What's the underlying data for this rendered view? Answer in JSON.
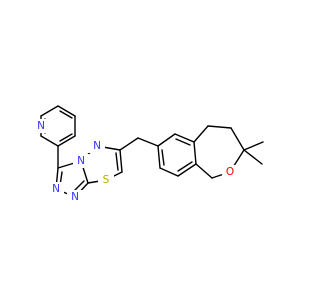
{
  "colors": {
    "background": "#ffffff",
    "bond": "#000000",
    "nitrogen": "#3333ff",
    "sulfur": "#b8a800",
    "oxygen": "#ff0000"
  },
  "atoms": {
    "n_pyridine": "N",
    "n_triazole_top": "N",
    "n_triazole_left": "N",
    "n_triazole_bottom": "N",
    "n_thiadiazole": "N",
    "s_thiadiazole": "S",
    "o_chromane": "O"
  }
}
